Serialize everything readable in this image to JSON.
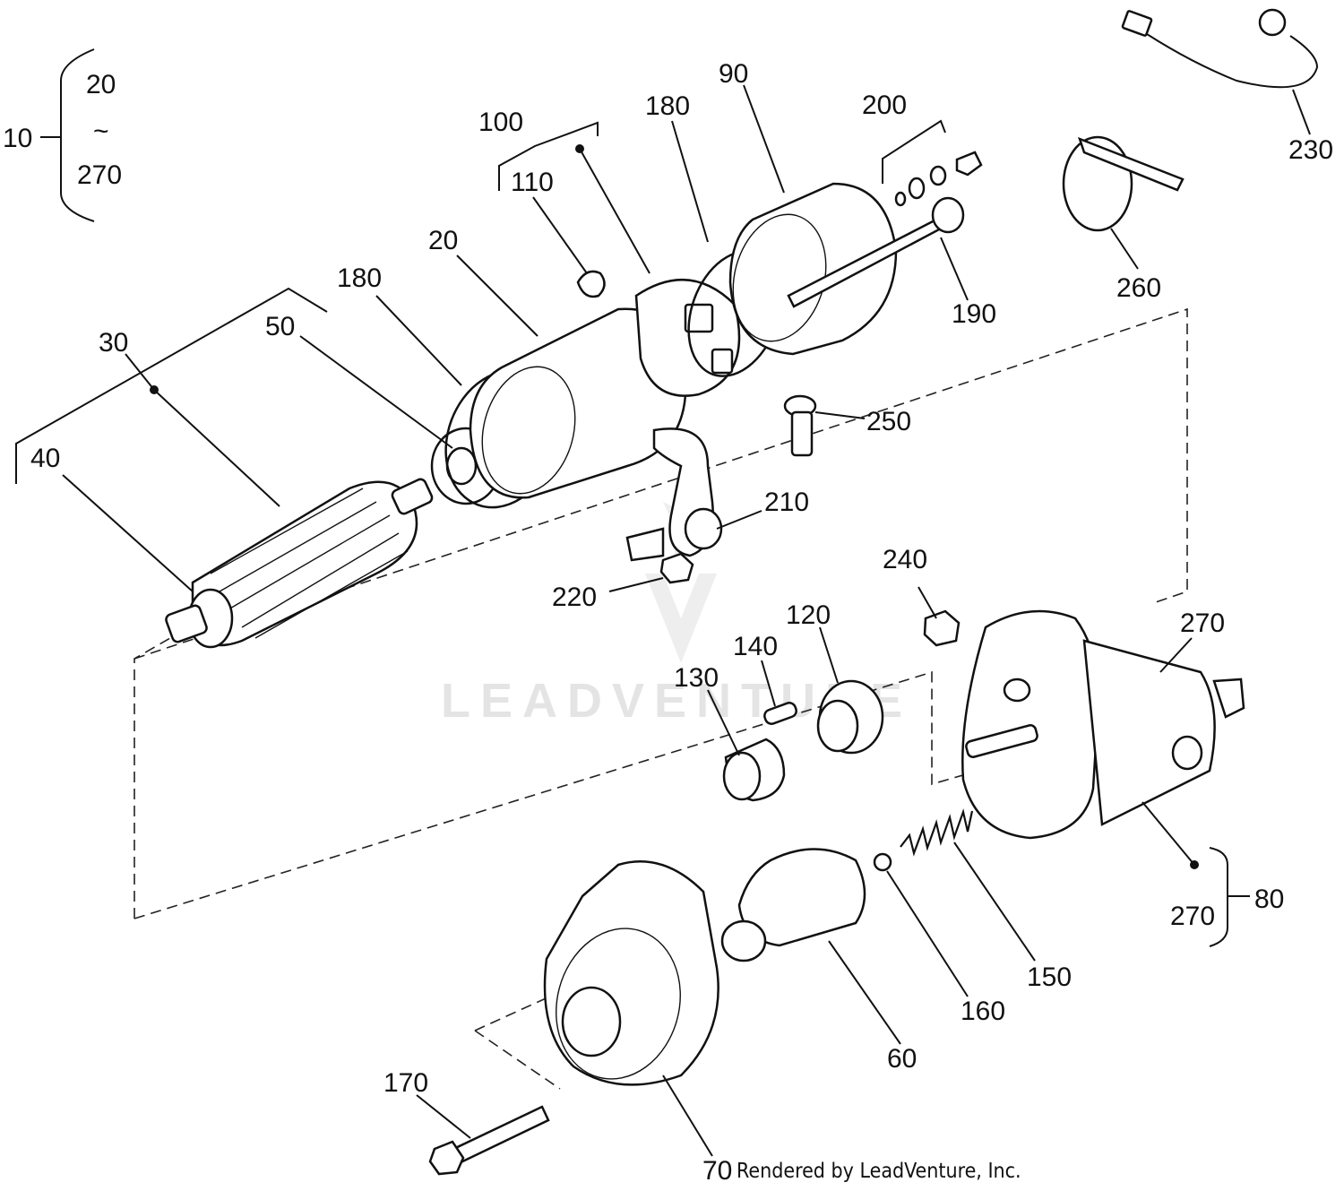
{
  "watermark": "LEADVENTURE",
  "footer": {
    "part_number": "70",
    "credit": "Rendered by LeadVenture, Inc."
  },
  "assembly_10": {
    "id": "10",
    "range_start": "20",
    "range_sep": "~",
    "range_end": "270"
  },
  "labels": {
    "c20": "20",
    "c30": "30",
    "c40": "40",
    "c50": "50",
    "c60": "60",
    "c80": "80",
    "c90": "90",
    "c100": "100",
    "c110": "110",
    "c120": "120",
    "c130": "130",
    "c140": "140",
    "c150": "150",
    "c160": "160",
    "c170": "170",
    "c180a": "180",
    "c180b": "180",
    "c190": "190",
    "c200": "200",
    "c210": "210",
    "c220": "220",
    "c230": "230",
    "c240": "240",
    "c250": "250",
    "c260": "260",
    "c270a": "270",
    "c270b": "270"
  }
}
